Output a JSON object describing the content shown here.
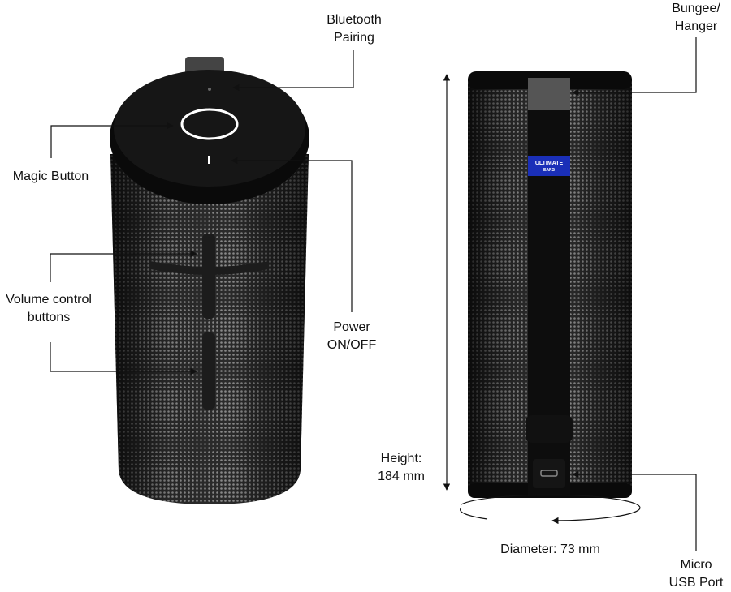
{
  "labels": {
    "bluetooth": [
      "Bluetooth",
      "Pairing"
    ],
    "magic": "Magic Button",
    "volume": [
      "Volume control",
      "buttons"
    ],
    "power": [
      "Power",
      "ON/OFF"
    ],
    "bungee": [
      "Bungee/",
      "Hanger"
    ],
    "height": [
      "Height:",
      "184 mm"
    ],
    "diameter": "Diameter: 73 mm",
    "usb": [
      "Micro",
      "USB Port"
    ]
  },
  "logo": [
    "ULTIMATE",
    "EARS"
  ],
  "colors": {
    "body": "#2a2a2a",
    "cap": "#0b0b0b",
    "logo": "#1a2fb8",
    "ring": "#ffffff"
  }
}
